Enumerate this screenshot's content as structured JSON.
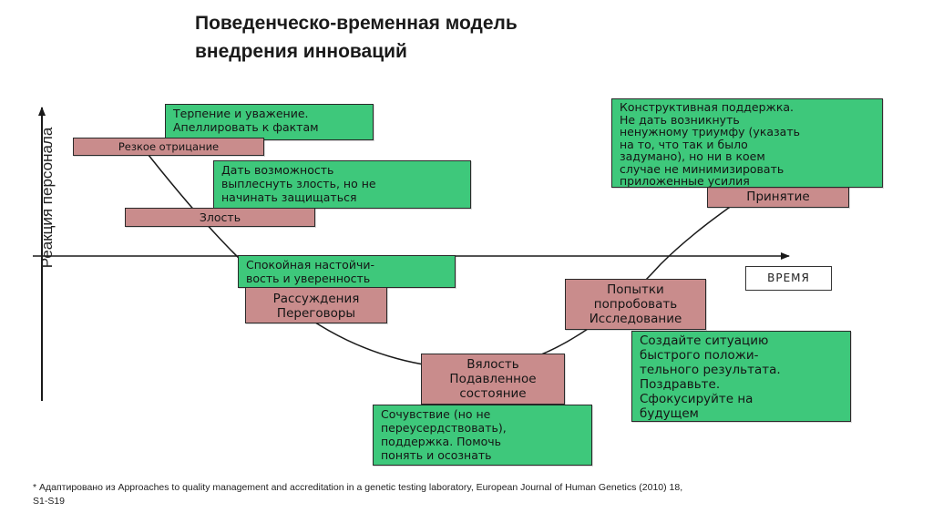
{
  "title": {
    "line1": "Поведенческо-временная модель",
    "line2": "внедрения инноваций"
  },
  "axes": {
    "y_label": "Реакция персонала",
    "x_label": "ВРЕМЯ"
  },
  "stages": {
    "sharp_denial": "Резкое отрицание",
    "anger": "Злость",
    "reasoning": "Рассуждения\nПереговоры",
    "apathy": "Вялость\nПодавленное\nсостояние",
    "trying": "Попытки\nпопробовать\nИсследование",
    "acceptance": "Принятие"
  },
  "advice": {
    "patience": "Терпение и уважение.\nАпеллировать к фактам",
    "vent": "Дать возможность\nвыплеснуть злость, но не\nначинать защищаться",
    "calm": "Спокойная настойчи-\nвость и уверенность",
    "sympathy": "Сочувствие (но не\nпереусердствовать),\nподдержка. Помочь\nпонять и осознать",
    "quick_win": "Создайте ситуацию\nбыстрого положи-\nтельного результата.\nПоздравьте.\nСфокусируйте на\nбудущем",
    "support": "Конструктивная поддержка.\nНе дать возникнуть\nненужному триумфу (указать\nна то, что так и было\nзадумано), но ни в коем\nслучае не минимизировать\nприложенные усилия"
  },
  "footnote": "* Адаптировано из Approaches to quality management and accreditation  in a genetic testing laboratory, European Journal of Human Genetics (2010) 18, S1-S19",
  "colors": {
    "green": "#3ec87b",
    "pink": "#c98c8c",
    "axis": "#1a1a1a"
  }
}
